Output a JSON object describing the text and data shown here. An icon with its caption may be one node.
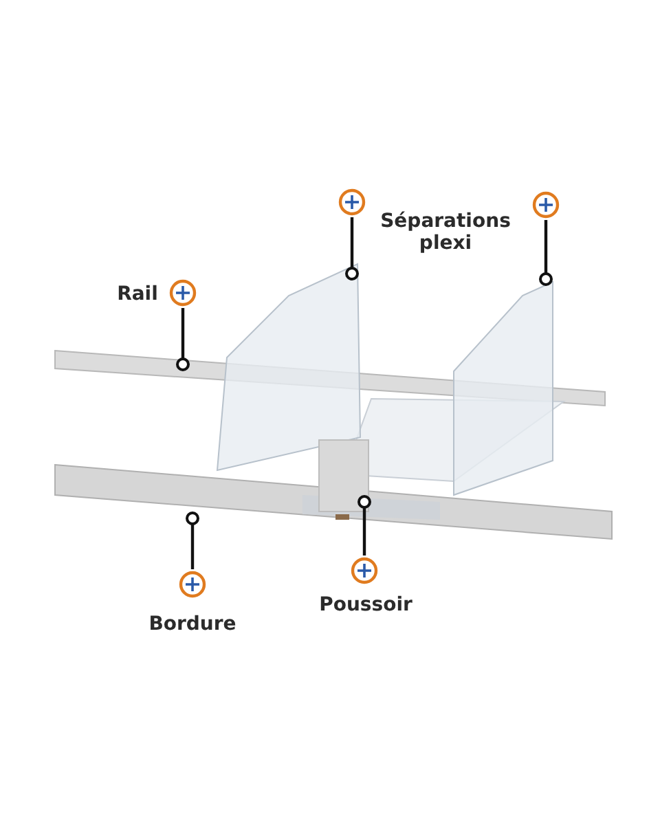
{
  "diagram": {
    "nodes": [
      {
        "text": [
          "Rail"
        ]
      },
      {
        "text": [
          "Séparations plexi"
        ]
      },
      {
        "text": [
          "Bordure"
        ]
      },
      {
        "text": [
          "Poussoir"
        ]
      }
    ],
    "edges": [
      {
        "from": 0,
        "to": null,
        "arrow": "other"
      },
      {
        "from": 1,
        "to": null,
        "arrow": "other"
      },
      {
        "from": 1,
        "to": null,
        "arrow": "other"
      },
      {
        "from": 2,
        "to": null,
        "arrow": "other"
      },
      {
        "from": 3,
        "to": null,
        "arrow": "other"
      }
    ]
  }
}
